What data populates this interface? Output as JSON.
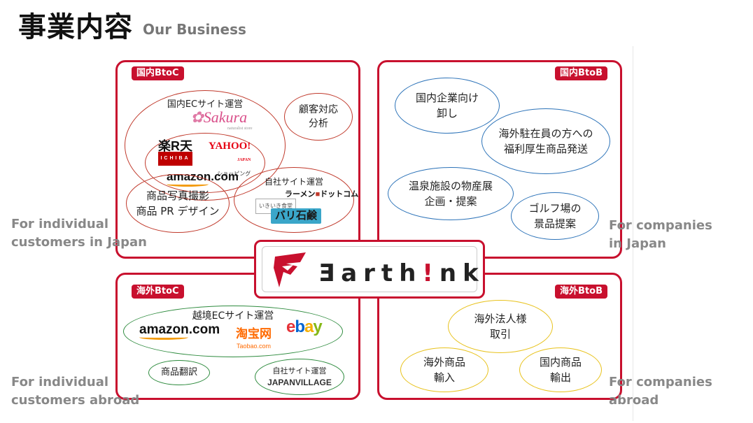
{
  "header": {
    "title_jp": "事業内容",
    "title_en": "Our Business"
  },
  "center": {
    "brand": [
      "Ǝarth",
      "!",
      "nk"
    ]
  },
  "side_labels": {
    "top_left": [
      "For individual",
      "customers in Japan"
    ],
    "top_right": [
      "For companies",
      "in Japan"
    ],
    "bottom_left": [
      "For individual",
      "customers abroad"
    ],
    "bottom_right": [
      "For companies",
      "abroad"
    ]
  },
  "quadrants": {
    "domestic_btoc": {
      "badge": "国内BtoC",
      "ec_title": "国内ECサイト運営",
      "sakura": "Sakura",
      "sakura_sub": "naturalist store",
      "rakuten": "楽R天",
      "rakuten_sub": "ICHIBA",
      "yahoo": "YAHOO!",
      "yahoo_sub": "JAPAN",
      "yahoo_shop": "ショッピング",
      "amazon": "amazon.com",
      "customer": [
        "顧客対応",
        "分析"
      ],
      "photo": [
        "商品写真撮影",
        "商品 PR デザイン"
      ],
      "own_site": "自社サイト運営",
      "ramen": "ラーメン",
      "ramen_dot": "ドットコム",
      "ikiiki": "いきいき食堂",
      "bali": "バリ石鹸"
    },
    "domestic_btob": {
      "badge": "国内BtoB",
      "items": [
        [
          "国内企業向け",
          "卸し"
        ],
        [
          "海外駐在員の方への",
          "福利厚生商品発送"
        ],
        [
          "温泉施設の物産展",
          "企画・提案"
        ],
        [
          "ゴルフ場の",
          "景品提案"
        ]
      ]
    },
    "overseas_btoc": {
      "badge": "海外BtoC",
      "ec_title": "越境ECサイト運営",
      "amazon": "amazon.com",
      "taobao": "淘宝网",
      "taobao_sub": "Taobao.com",
      "ebay": [
        "e",
        "b",
        "a",
        "y"
      ],
      "translate": "商品翻訳",
      "own_site": "自社サイト運営",
      "japanvillage": "JAPANVILLAGE"
    },
    "overseas_btob": {
      "badge": "海外BtoB",
      "items": [
        [
          "海外法人様",
          "取引"
        ],
        [
          "海外商品",
          "輸入"
        ],
        [
          "国内商品",
          "輸出"
        ]
      ]
    }
  },
  "colors": {
    "accent_red": "#c8102e",
    "blue": "#2b72b8",
    "yellow": "#e8c21c",
    "green": "#2e8b3e",
    "side_gray": "#888888"
  }
}
